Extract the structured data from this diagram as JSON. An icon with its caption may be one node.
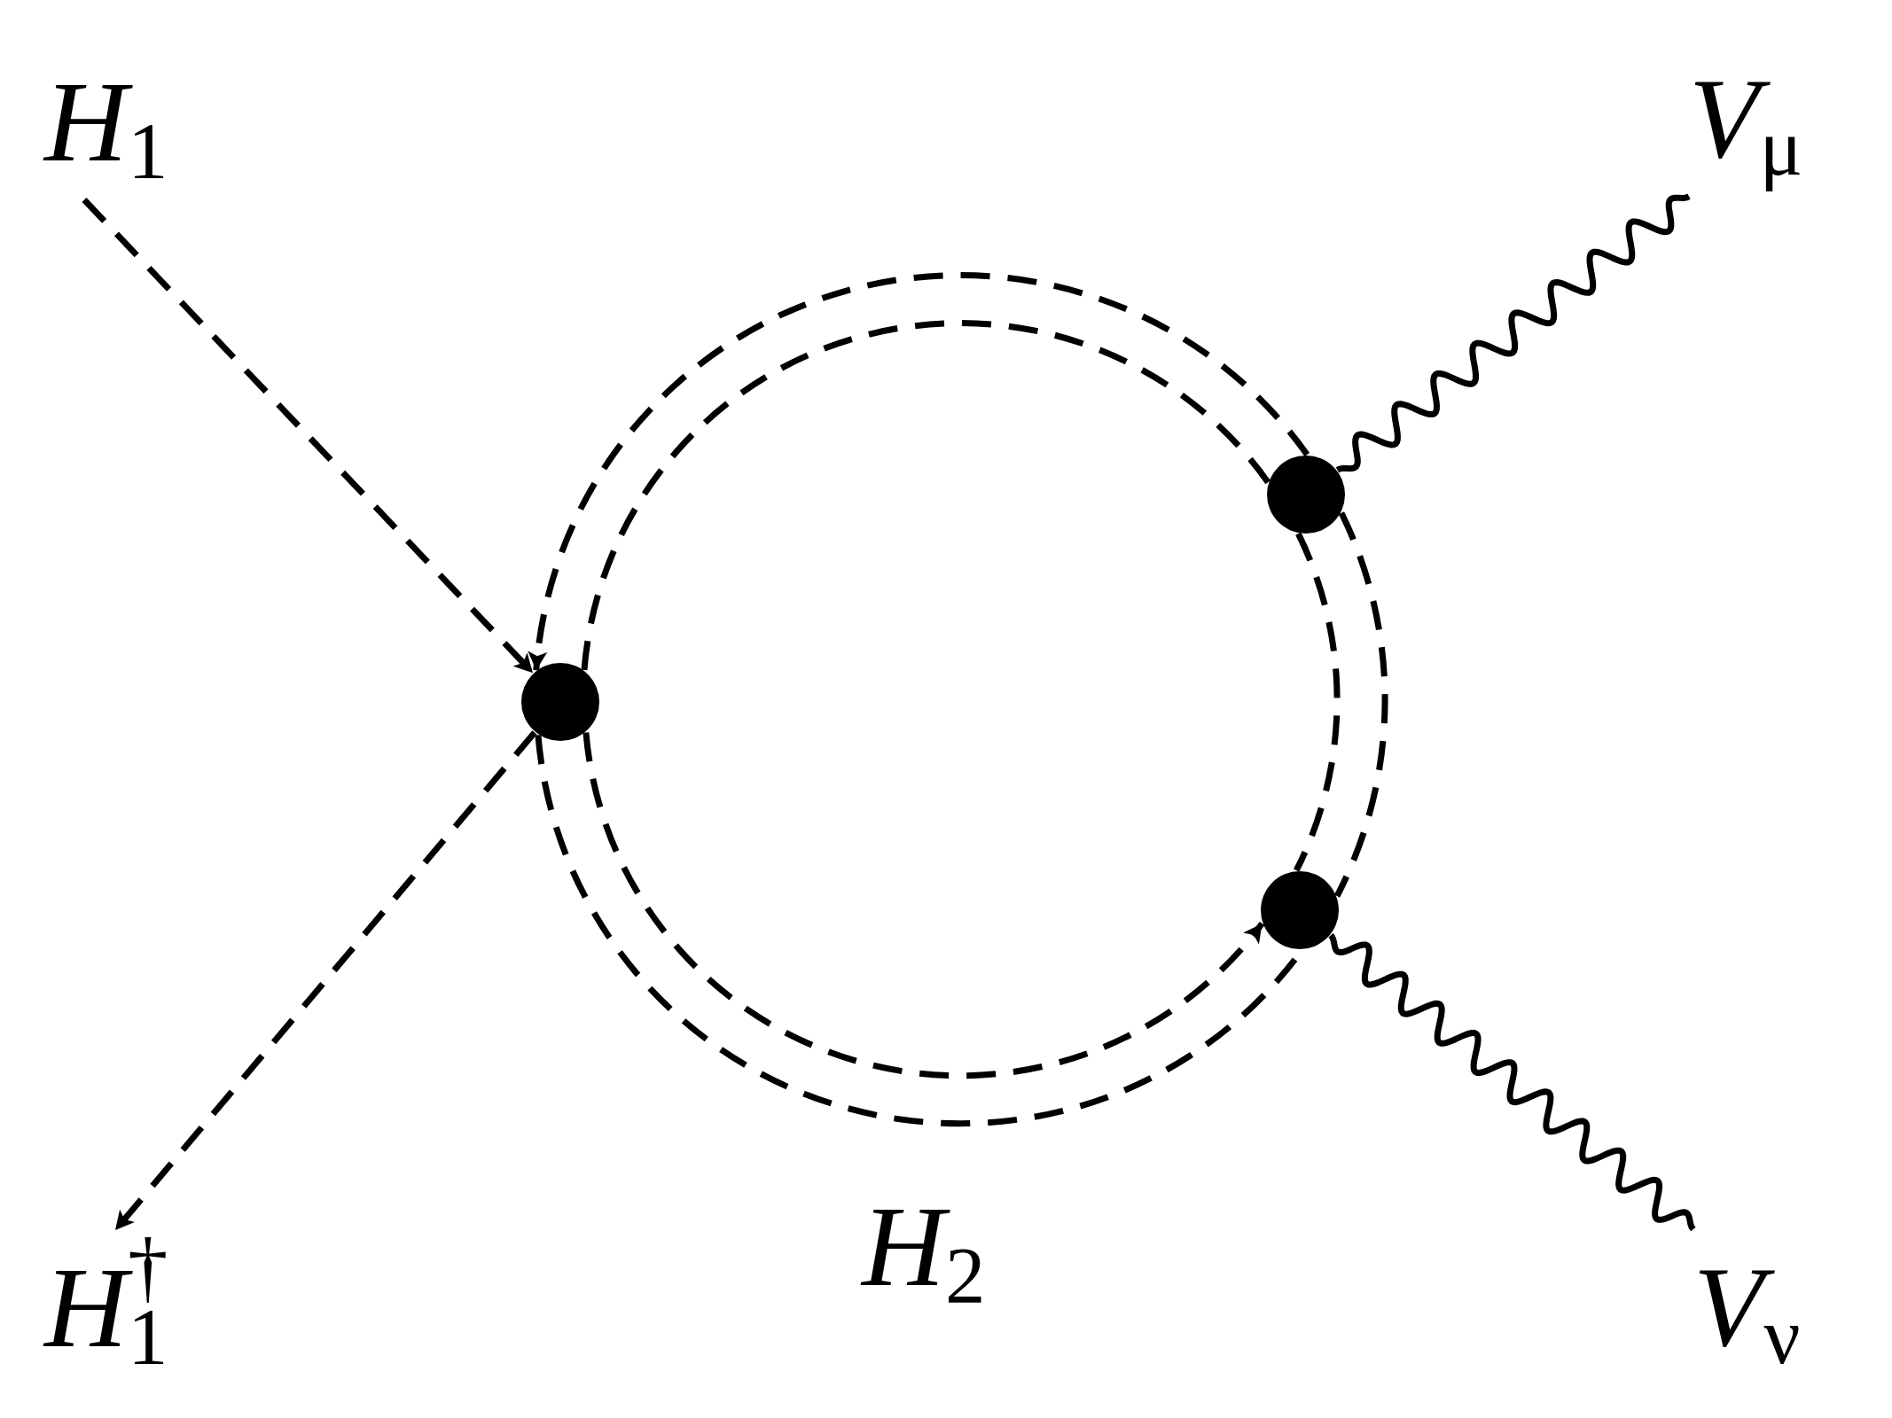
{
  "diagram": {
    "nodes": [
      {
        "text": [
          "*H*$_{1}$"
        ]
      },
      {
        "text": [
          "*V*$_{μ}$"
        ]
      },
      {
        "text": [],
        "shape": "circle"
      },
      {
        "text": [],
        "shape": "circle"
      },
      {
        "text": [],
        "shape": "circle"
      },
      {
        "text": [
          "*H*$_{1}$$^{†}$"
        ]
      },
      {
        "text": [
          "*V*$_{ν}$"
        ]
      }
    ],
    "edges": [
      {
        "from": 0,
        "to": 2,
        "arrow": "to",
        "style": "dashed"
      },
      {
        "from": 2,
        "to": 5,
        "arrow": "to",
        "style": "dashed"
      },
      {
        "from": 3,
        "to": 2,
        "arrow": "to",
        "style": "dashed"
      },
      {
        "from": 3,
        "to": 2,
        "arrow": "none",
        "style": "dashed"
      },
      {
        "from": 3,
        "to": 4,
        "arrow": "none",
        "style": "dashed"
      },
      {
        "from": 3,
        "to": 4,
        "arrow": "none",
        "style": "dashed"
      },
      {
        "from": 2,
        "to": 4,
        "arrow": "none",
        "style": "dashed"
      },
      {
        "from": 2,
        "to": 4,
        "arrow": "to",
        "style": "dashed"
      },
      {
        "from": 3,
        "to": 1,
        "arrow": "none"
      },
      {
        "from": 4,
        "to": 6,
        "arrow": "none"
      }
    ],
    "labels": [
      "*H*$_{2}$"
    ]
  }
}
